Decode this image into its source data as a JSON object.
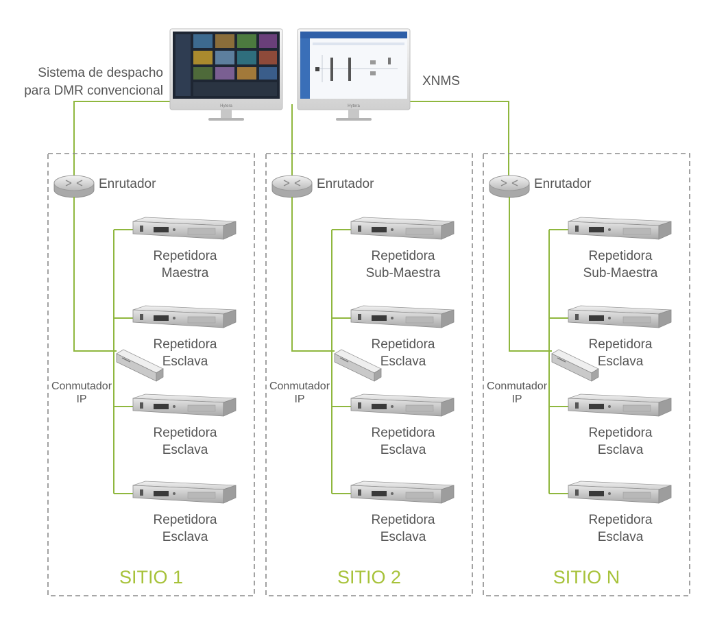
{
  "colors": {
    "accent": "#8fb73e",
    "site_label": "#a7c23a",
    "text": "#555555",
    "dashed_border": "#8a8a8a"
  },
  "top": {
    "dispatch_label_line1": "Sistema de despacho",
    "dispatch_label_line2": "para DMR convencional",
    "xnms_label": "XNMS",
    "monitor_brand": "Hytera"
  },
  "sites": [
    {
      "name": "SITIO 1",
      "router_label": "Enrutador",
      "switch_label_line1": "Conmutador",
      "switch_label_line2": "IP",
      "repeaters": [
        {
          "line1": "Repetidora",
          "line2": "Maestra"
        },
        {
          "line1": "Repetidora",
          "line2": "Esclava"
        },
        {
          "line1": "Repetidora",
          "line2": "Esclava"
        },
        {
          "line1": "Repetidora",
          "line2": "Esclava"
        }
      ]
    },
    {
      "name": "SITIO 2",
      "router_label": "Enrutador",
      "switch_label_line1": "Conmutador",
      "switch_label_line2": "IP",
      "repeaters": [
        {
          "line1": "Repetidora",
          "line2": "Sub-Maestra"
        },
        {
          "line1": "Repetidora",
          "line2": "Esclava"
        },
        {
          "line1": "Repetidora",
          "line2": "Esclava"
        },
        {
          "line1": "Repetidora",
          "line2": "Esclava"
        }
      ]
    },
    {
      "name": "SITIO N",
      "router_label": "Enrutador",
      "switch_label_line1": "Conmutador",
      "switch_label_line2": "IP",
      "repeaters": [
        {
          "line1": "Repetidora",
          "line2": "Sub-Maestra"
        },
        {
          "line1": "Repetidora",
          "line2": "Esclava"
        },
        {
          "line1": "Repetidora",
          "line2": "Esclava"
        },
        {
          "line1": "Repetidora",
          "line2": "Esclava"
        }
      ]
    }
  ]
}
